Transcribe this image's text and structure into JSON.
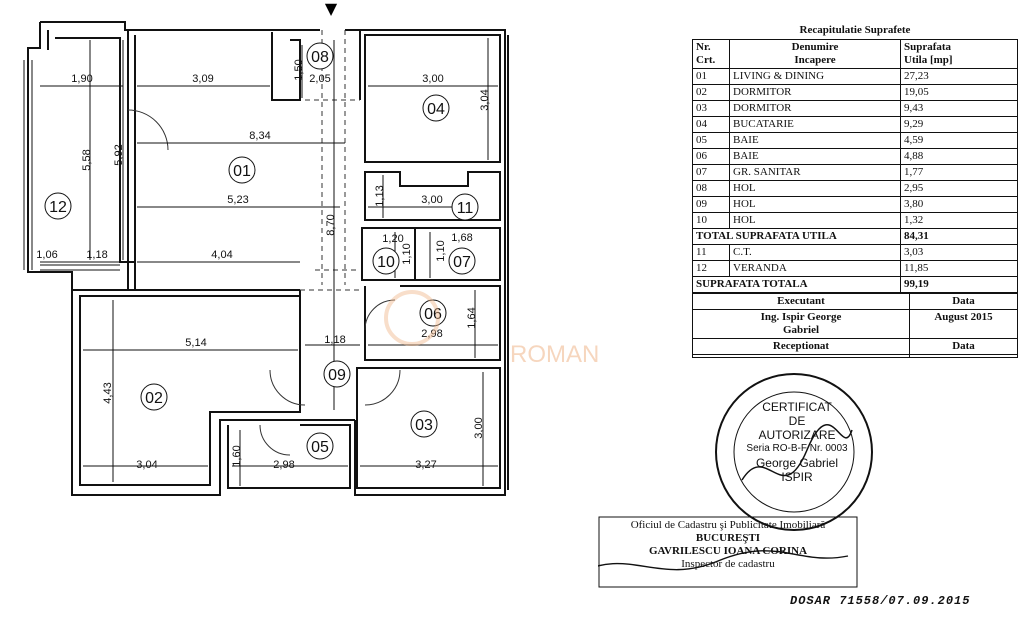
{
  "plan": {
    "rooms": [
      "01",
      "02",
      "03",
      "04",
      "05",
      "06",
      "07",
      "08",
      "09",
      "10",
      "11",
      "12"
    ],
    "dimensions": {
      "d_1_90": "1,90",
      "d_3_09": "3,09",
      "d_1_50": "1,50",
      "d_2_05": "2,05",
      "d_3_00_04": "3,00",
      "d_3_04_04": "3,04",
      "d_5_58": "5,58",
      "d_5_92": "5,92",
      "d_8_34": "8,34",
      "d_5_23": "5,23",
      "d_1_13": "1,13",
      "d_3_00_11": "3,00",
      "d_8_70": "8,70",
      "d_1_20": "1,20",
      "d_1_68": "1,68",
      "d_1_10a": "1,10",
      "d_1_10b": "1,10",
      "d_1_06": "1,06",
      "d_1_18a": "1,18",
      "d_4_04": "4,04",
      "d_5_14": "5,14",
      "d_1_18b": "1,18",
      "d_1_64": "1,64",
      "d_2_98a": "2,98",
      "d_4_43": "4,43",
      "d_3_00_03": "3,00",
      "d_1_60": "1,60",
      "d_2_98b": "2,98",
      "d_3_04_02": "3,04",
      "d_3_27": "3,27"
    },
    "watermark": "ROMANIA",
    "north_marker": "▼"
  },
  "recap": {
    "title": "Recapitulatie Suprafete",
    "headers": {
      "nr": "Nr.",
      "crt": "Crt.",
      "denumire": "Denumire",
      "incapere": "Incapere",
      "suprafata": "Suprafata",
      "utila": "Utila [mp]"
    },
    "rows": [
      {
        "nr": "01",
        "name": "LIVING & DINING",
        "area": "27,23"
      },
      {
        "nr": "02",
        "name": "DORMITOR",
        "area": "19,05"
      },
      {
        "nr": "03",
        "name": "DORMITOR",
        "area": "9,43"
      },
      {
        "nr": "04",
        "name": "BUCATARIE",
        "area": "9,29"
      },
      {
        "nr": "05",
        "name": "BAIE",
        "area": "4,59"
      },
      {
        "nr": "06",
        "name": "BAIE",
        "area": "4,88"
      },
      {
        "nr": "07",
        "name": "GR. SANITAR",
        "area": "1,77"
      },
      {
        "nr": "08",
        "name": "HOL",
        "area": "2,95"
      },
      {
        "nr": "09",
        "name": "HOL",
        "area": "3,80"
      },
      {
        "nr": "10",
        "name": "HOL",
        "area": "1,32"
      }
    ],
    "total_utila_label": "TOTAL SUPRAFATA UTILA",
    "total_utila": "84,31",
    "extra_rows": [
      {
        "nr": "11",
        "name": "C.T.",
        "area": "3,03"
      },
      {
        "nr": "12",
        "name": "VERANDA",
        "area": "11,85"
      }
    ],
    "total_label": "SUPRAFATA TOTALA",
    "total": "99,19"
  },
  "executant": {
    "label": "Executant",
    "data_label": "Data",
    "name": "Ing. Ispir George",
    "name2": "Gabriel",
    "date": "August 2015"
  },
  "stamp": {
    "line1": "CERTIFICAT",
    "line2": "DE",
    "line3": "AUTORIZARE",
    "line4": "Seria RO-B-F Nr. 0003",
    "line5": "George Gabriel",
    "line6": "ISPIR"
  },
  "receptionat": {
    "label": "Receptionat",
    "data_label": "Data"
  },
  "ocpi": {
    "line1": "Oficiul de Cadastru şi Publicitate Imobiliară",
    "line2": "BUCUREŞTI",
    "line3": "GAVRILESCU IOANA CORINA",
    "line4": "Inspector de cadastru"
  },
  "dosar": "DOSAR 71558/07.09.2015"
}
